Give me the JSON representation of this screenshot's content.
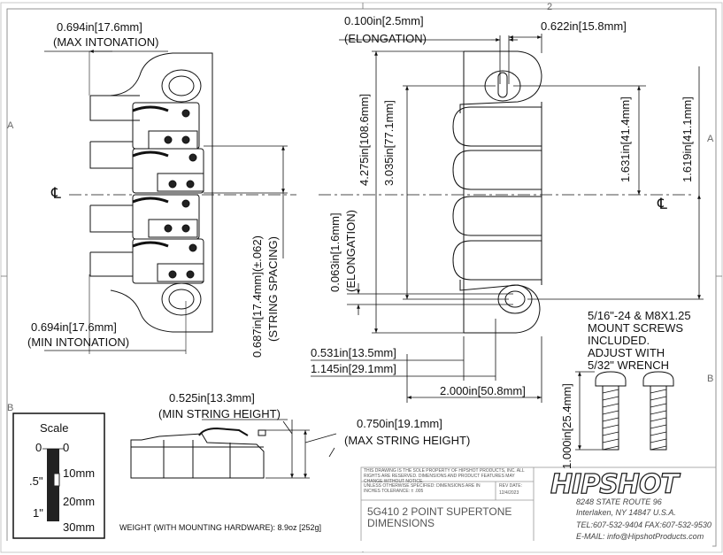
{
  "dimensions": {
    "max_intonation": "0.694in[17.6mm]",
    "max_intonation_label": "(MAX INTONATION)",
    "min_intonation": "0.694in[17.6mm]",
    "min_intonation_label": "(MIN INTONATION)",
    "elongation_top": "0.100in[2.5mm]",
    "elongation_top_label": "(ELONGATION)",
    "top_right": "0.622in[15.8mm]",
    "string_spacing": "0.687in[17.4mm](±.062)",
    "string_spacing_label": "(STRING SPACING)",
    "length_4275": "4.275in[108.6mm]",
    "length_3035": "3.035in[77.1mm]",
    "elongation_side": "0.063in[1.6mm]",
    "elongation_side_label": "(ELONGATION)",
    "half_1631": "1.631in[41.4mm]",
    "half_1619": "1.619in[41.1mm]",
    "dim_0531": "0.531in[13.5mm]",
    "dim_1145": "1.145in[29.1mm]",
    "dim_2000": "2.000in[50.8mm]",
    "min_string_height": "0.525in[13.3mm]",
    "min_string_height_label": "(MIN STRING HEIGHT)",
    "max_string_height": "0.750in[19.1mm]",
    "max_string_height_label": "(MAX STRING HEIGHT)",
    "screw_length": "1.000in[25.4mm]"
  },
  "screw_note": [
    "5/16\"-24 & M8X1.25",
    "MOUNT SCREWS",
    "INCLUDED.",
    "ADJUST WITH",
    "5/32\" WRENCH"
  ],
  "centerline_symbol": "℄",
  "scale": {
    "title": "Scale",
    "inch_labels": [
      "0",
      ".5\"",
      "1\""
    ],
    "mm_labels": [
      "0",
      "10mm",
      "20mm",
      "30mm"
    ]
  },
  "weight": "WEIGHT (WITH MOUNTING HARDWARE): 8.9oz [252g]",
  "border_marks": {
    "top": "2",
    "left_a": "A",
    "left_b": "B",
    "right_a": "A",
    "right_b": "B"
  },
  "title_block": {
    "notice": "THIS DRAWING IS THE SOLE PROPERTY OF HIPSHOT PRODUCTS, INC. ALL RIGHTS ARE RESERVED. DIMENSIONS AND PRODUCT FEATURES MAY CHANGE WITHOUT NOTICE.",
    "tolerance": "UNLESS OTHERWISE SPECIFIED: DIMENSIONS ARE IN INCHES TOLERANCE: ± .005",
    "rev_label": "REV DATE:",
    "rev_date": "12/4/2023",
    "part_name": "5G410 2 POINT SUPERTONE",
    "doc_type": "DIMENSIONS",
    "brand": "HIPSHOT",
    "address1": "8248 STATE ROUTE 96",
    "address2": "Interlaken, NY 14847 U.S.A.",
    "phone": "TEL:607-532-9404 FAX:607-532-9530",
    "email": "E-MAIL: info@HipshotProducts.com"
  },
  "colors": {
    "line": "#111111",
    "background": "#ffffff",
    "caption_gray": "#444444"
  },
  "icons": [
    "centerline-symbol",
    "saddle",
    "mount-screw",
    "hipshot-logo"
  ]
}
